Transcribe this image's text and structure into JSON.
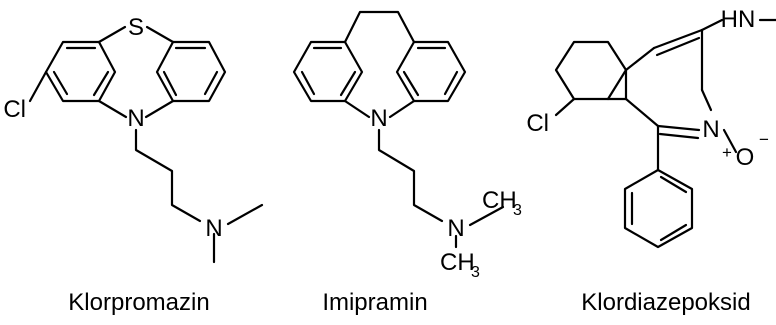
{
  "molecules": [
    {
      "name": "Klorpromazin",
      "atoms": {
        "sulfur": "S",
        "chlorine": "Cl",
        "nitrogen_ring": "N",
        "nitrogen_amine": "N"
      }
    },
    {
      "name": "Imipramin",
      "atoms": {
        "nitrogen_ring": "N",
        "nitrogen_amine": "N",
        "methyl_1": "CH",
        "methyl_1_sub": "3",
        "methyl_2": "CH",
        "methyl_2_sub": "3"
      }
    },
    {
      "name": "Klordiazepoksid",
      "atoms": {
        "amine": "HN",
        "chlorine": "Cl",
        "nitrogen": "N",
        "oxygen": "O",
        "plus": "+",
        "minus": "−"
      }
    }
  ]
}
